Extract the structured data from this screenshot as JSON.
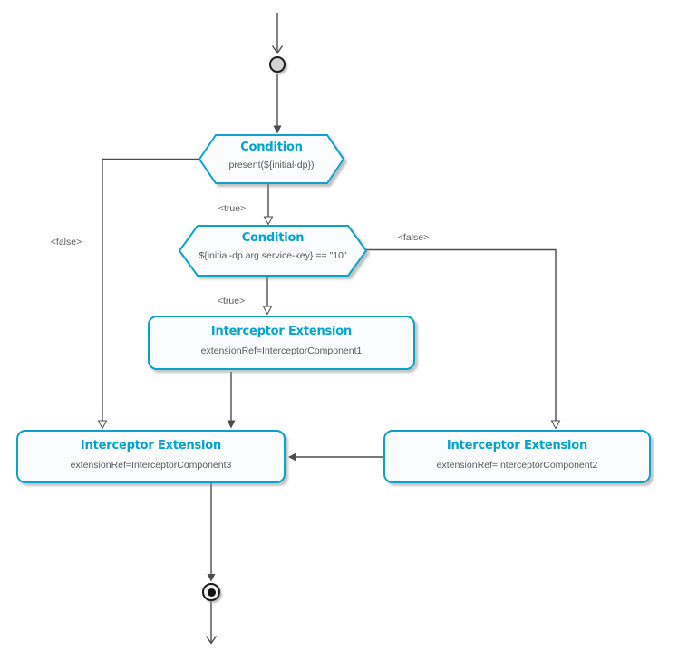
{
  "nodes": {
    "condition1": {
      "title": "Condition",
      "subtitle": "present(${initial-dp})"
    },
    "condition2": {
      "title": "Condition",
      "subtitle": "${initial-dp.arg.service-key} == \"10\""
    },
    "interceptor1": {
      "title": "Interceptor Extension",
      "subtitle": "extensionRef=InterceptorComponent1"
    },
    "interceptor2": {
      "title": "Interceptor Extension",
      "subtitle": "extensionRef=InterceptorComponent2"
    },
    "interceptor3": {
      "title": "Interceptor Extension",
      "subtitle": "extensionRef=InterceptorComponent3"
    }
  },
  "edge_labels": {
    "true1": "<true>",
    "true2": "<true>",
    "false_left": "<false>",
    "false_right": "<false>"
  },
  "colors": {
    "accent": "#0aa2c8",
    "title_text": "#00a4cc",
    "line": "#4d4d4d",
    "body_text": "#5a5a5a",
    "node_fill": "#fafcfe",
    "start_fill": "#d3d3d3"
  }
}
